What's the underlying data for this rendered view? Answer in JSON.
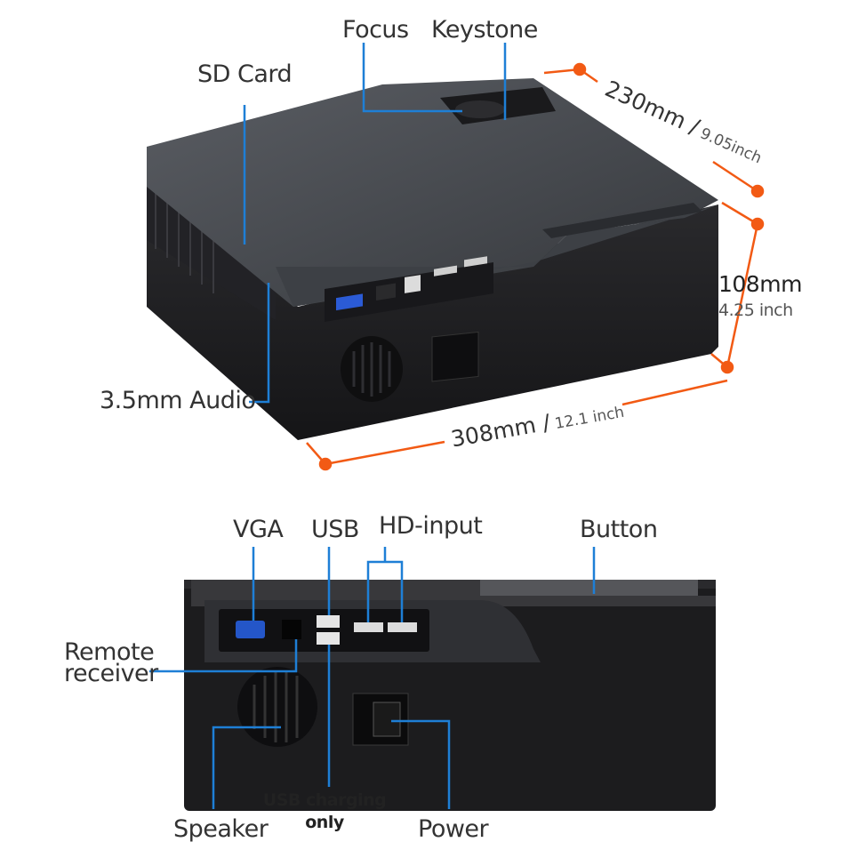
{
  "top_view": {
    "labels": {
      "focus": "Focus",
      "keystone": "Keystone",
      "sd_card": "SD Card",
      "audio": "3.5mm Audio"
    },
    "dimensions": {
      "depth_mm": "230mm /",
      "depth_inch": "9.05inch",
      "height_mm": "108mm",
      "height_inch": "4.25 inch",
      "width_mm": "308mm /",
      "width_inch": "12.1 inch"
    }
  },
  "rear_view": {
    "labels": {
      "vga": "VGA",
      "usb": "USB",
      "hd_input": "HD-input",
      "button": "Button",
      "remote_line1": "Remote",
      "remote_line2": "receiver",
      "speaker": "Speaker",
      "usb_charging_line1": "USB charging",
      "usb_charging_line2": "only",
      "power": "Power"
    }
  },
  "colors": {
    "callout_line": "#1e7fd6",
    "dimension_line": "#f25a14",
    "body_dark": "#1c1c1e",
    "top_panel": "#4a4d53"
  }
}
